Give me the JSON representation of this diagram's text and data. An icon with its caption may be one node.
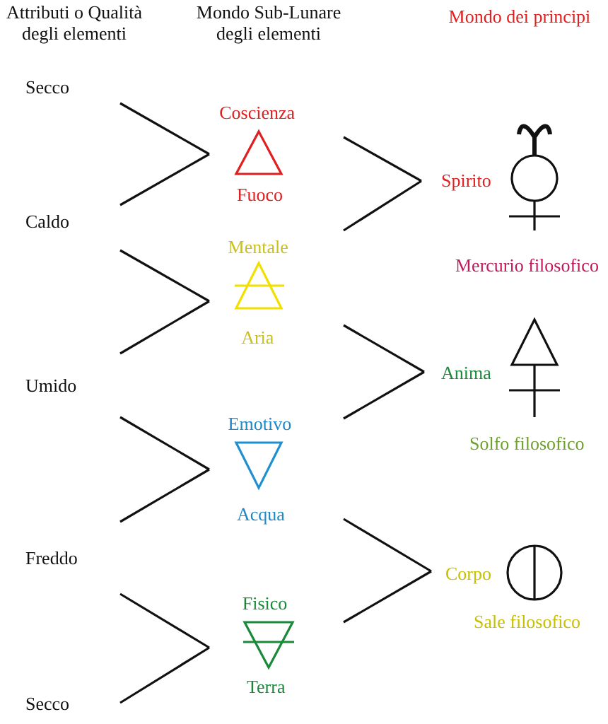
{
  "diagram": {
    "nodes": [
      {
        "text": [
          "Secco"
        ]
      },
      {
        "text": [
          "Caldo"
        ]
      },
      {
        "text": [
          "Umido"
        ]
      },
      {
        "text": [
          "Freddo"
        ]
      },
      {
        "text": [
          "Secco"
        ]
      },
      {
        "text": [
          "Coscienza",
          "Fuoco"
        ]
      },
      {
        "text": [
          "Mentale",
          "Aria"
        ]
      },
      {
        "text": [
          "Emotivo",
          "Acqua"
        ]
      },
      {
        "text": [
          "Fisico",
          "Terra"
        ]
      },
      {
        "text": [
          "Spirito",
          "Mercurio filosofico"
        ]
      },
      {
        "text": [
          "Anima",
          "Solfo filosofico"
        ]
      },
      {
        "text": [
          "Corpo",
          "Sale filosofico"
        ]
      }
    ],
    "edges": [
      {
        "from": 0,
        "to": 5,
        "arrow": "none"
      },
      {
        "from": 1,
        "to": 5,
        "arrow": "none"
      },
      {
        "from": 1,
        "to": 6,
        "arrow": "none"
      },
      {
        "from": 2,
        "to": 6,
        "arrow": "none"
      },
      {
        "from": 2,
        "to": 7,
        "arrow": "none"
      },
      {
        "from": 3,
        "to": 7,
        "arrow": "none"
      },
      {
        "from": 3,
        "to": 8,
        "arrow": "none"
      },
      {
        "from": 4,
        "to": 8,
        "arrow": "none"
      },
      {
        "from": 5,
        "to": 9,
        "arrow": "none"
      },
      {
        "from": 6,
        "to": 9,
        "arrow": "none"
      },
      {
        "from": 6,
        "to": 10,
        "arrow": "none"
      },
      {
        "from": 7,
        "to": 10,
        "arrow": "none"
      },
      {
        "from": 7,
        "to": 11,
        "arrow": "none"
      },
      {
        "from": 8,
        "to": 11,
        "arrow": "none"
      }
    ],
    "labels": [
      "Attributi o Qualità degli elementi",
      "Mondo Sub-Lunare degli elementi",
      "Mondo dei principi"
    ]
  }
}
